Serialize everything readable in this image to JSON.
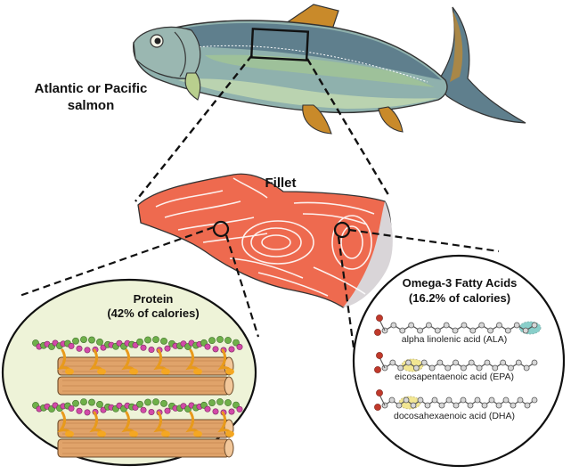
{
  "labels": {
    "fish_line1": "Atlantic or Pacific",
    "fish_line2": "salmon",
    "fillet": "Fillet",
    "protein_title": "Protein",
    "protein_sub": "(42% of calories)",
    "omega_title": "Omega-3 Fatty Acids",
    "omega_sub": "(16.2% of calories)"
  },
  "fatty_acids": [
    {
      "name": "alpha linolenic acid (ALA)",
      "highlight": "#2aa9a0"
    },
    {
      "name": "eicosapentaenoic acid (EPA)",
      "highlight": "#e8d23a"
    },
    {
      "name": "docosahexaenoic acid (DHA)",
      "highlight": "#e8d23a"
    }
  ],
  "colors": {
    "salmon_flesh": "#ee6a4f",
    "fish_back": "#5f7f8d",
    "fish_belly": "#bfd7b0",
    "fin": "#c98a2a",
    "circle_fill": "#eef3d8",
    "muscle_fiber": "#e0a36a",
    "actin_green": "#6fb04a",
    "myosin_pink": "#d24aa8",
    "oxygen_red": "#c0392b"
  }
}
